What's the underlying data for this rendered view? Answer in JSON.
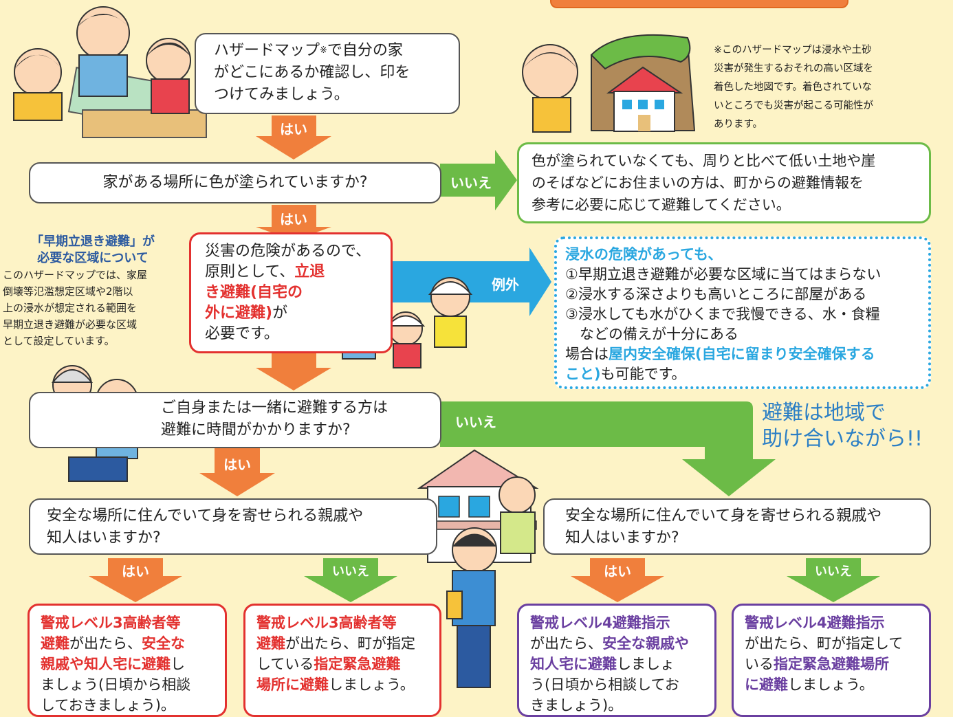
{
  "top_left_box": [
    "ハザードマップ",
    "※",
    "で自分の家",
    "がどこにあるか確認し、印を",
    "つけてみましょう。"
  ],
  "note": [
    "※このハザードマップは浸水や土砂",
    "災害が発生するおそれの高い区域を",
    "着色した地図です。着色されていな",
    "いところでも災害が起こる可能性が",
    "あります。"
  ],
  "q1": "家がある場所に色が塗られていますか?",
  "labels": {
    "yes": "はい",
    "no": "いいえ",
    "exception": "例外"
  },
  "no_color_box": [
    "色が塗られていなくても、周りと比べて低い土地や崖",
    "のそばなどにお住まいの方は、町からの避難情報を",
    "参考に必要に応じて避難してください。"
  ],
  "side_note": {
    "title1": "「早期立退き避難」が",
    "title2": "必要な区域について",
    "body": [
      "このハザードマップでは、家屋",
      "倒壊等氾濫想定区域や2階以",
      "上の浸水が想定される範囲を",
      "早期立退き避難が必要な区域",
      "として設定しています。"
    ]
  },
  "danger_box": {
    "l1": "災害の危険があるので、",
    "l2a": "原則として、",
    "l2b": "立退",
    "l3": "き避難(自宅の",
    "l4a": "外に避難)",
    "l4b": "が",
    "l5": "必要です。"
  },
  "exception_box": {
    "title": "浸水の危険があっても、",
    "items": [
      "①早期立退き避難が必要な区域に当てはまらない",
      "②浸水する深さよりも高いところに部屋がある",
      "③浸水しても水がひくまで我慢できる、水・食糧",
      "　などの備えが十分にある"
    ],
    "l_a": "場合は",
    "l_b": "屋内安全確保(自宅に留まり安全確保する",
    "l_c": "こと)",
    "l_d": "も可能です。"
  },
  "q2": [
    "ご自身または一緒に避難する方は",
    "避難に時間がかかりますか?"
  ],
  "slogan": [
    "避難は地域で",
    "助け合いながら!!"
  ],
  "q3": [
    "安全な場所に住んでいて身を寄せられる親戚や",
    "知人はいますか?"
  ],
  "q4": [
    "安全な場所に住んでいて身を寄せられる親戚や",
    "知人はいますか?"
  ],
  "final1": {
    "a": "警戒レベル3高齢者等",
    "b": "避難",
    "c": "が出たら、",
    "d": "安全な",
    "e": "親戚や知人宅に避難",
    "f": "し",
    "g": "ましょう(日頃から相談",
    "h": "しておきましょう)。"
  },
  "final2": {
    "a": "警戒レベル3高齢者等",
    "b": "避難",
    "c": "が出たら、町が指定",
    "d": "している",
    "e": "指定緊急避難",
    "f": "場所に避難",
    "g": "しましょう。"
  },
  "final3": {
    "a": "警戒レベル4避難指示",
    "b": "が出たら、",
    "c": "安全な親戚や",
    "d": "知人宅に避難",
    "e": "しましょ",
    "f": "う(日頃から相談してお",
    "g": "きましょう)。"
  },
  "final4": {
    "a": "警戒レベル4避難指示",
    "b": "が出たら、町が指定して",
    "c": "いる",
    "d": "指定緊急避難場所",
    "e": "に避難",
    "f": "しましょう。"
  },
  "colors": {
    "bg": "#fdf3c6",
    "orange": "#f07f3c",
    "green": "#6cbb47",
    "blue": "#2aa7e0",
    "red": "#e3312f",
    "purple": "#6a3fa0"
  }
}
